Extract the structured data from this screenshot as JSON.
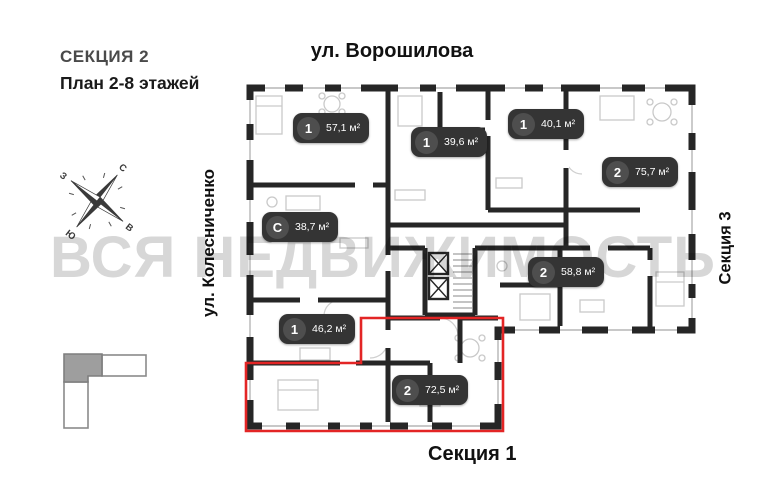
{
  "header": {
    "section_title": "СЕКЦИЯ 2",
    "plan_subtitle": "План 2-8 этажей"
  },
  "streets": {
    "top": "ул. Ворошилова",
    "left": "ул. Колесниченко"
  },
  "section_labels": {
    "right": "Секция 3",
    "bottom": "Секция 1"
  },
  "compass": {
    "n": "С",
    "e": "В",
    "s": "Ю",
    "w": "З"
  },
  "watermark": "ВСЯ НЕДВИЖИМОСТЬ",
  "apartments": [
    {
      "type": "1",
      "area": "57,1 м²"
    },
    {
      "type": "1",
      "area": "39,6 м²"
    },
    {
      "type": "1",
      "area": "40,1 м²"
    },
    {
      "type": "2",
      "area": "75,7 м²"
    },
    {
      "type": "С",
      "area": "38,7 м²"
    },
    {
      "type": "2",
      "area": "58,8 м²"
    },
    {
      "type": "1",
      "area": "46,2 м²"
    },
    {
      "type": "2",
      "area": "72,5 м²"
    }
  ],
  "colors": {
    "wall": "#262626",
    "badge_bg": "#343434",
    "badge_circle": "#4e4e4e",
    "highlight_red": "#e32525",
    "watermark_gray": "#d7d7d7",
    "section_title_gray": "#4a4a4a"
  }
}
